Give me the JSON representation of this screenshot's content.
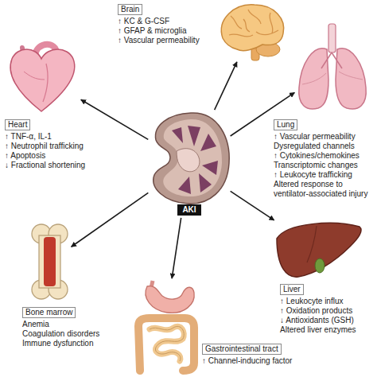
{
  "diagram": {
    "nodes": [
      {
        "text": [
          "AKI"
        ]
      },
      {
        "text": [
          "Brain",
          "↑ KC & G-CSF",
          "↑ GFAP & microglia",
          "↑ Vascular permeability"
        ]
      },
      {
        "text": [
          "Lung",
          "↑ Vascular permeability",
          "Dysregulated channels",
          "↑ Cytokines/chemokines",
          "Transcriptomic changes",
          "↑ Leukocyte trafficking",
          "Altered response to ventilator-associated injury"
        ]
      },
      {
        "text": [
          "Liver",
          "↑ Leukocyte influx",
          "↑ Oxidation products",
          "↓ Antioxidants (GSH)",
          "Altered liver enzymes"
        ]
      },
      {
        "text": [
          "Gastrointestinal tract",
          "↑ Channel-inducing factor"
        ]
      },
      {
        "text": [
          "Bone marrow",
          "Anemia",
          "Coagulation disorders",
          "Immune dysfunction"
        ]
      },
      {
        "text": [
          "Heart",
          "↑ TNF-α, IL-1",
          "↑ Neutrophil trafficking",
          "↑ Apoptosis",
          "↓ Fractional shortening"
        ]
      }
    ],
    "edges": [
      {
        "from": 0,
        "to": 1,
        "arrow": "to"
      },
      {
        "from": 0,
        "to": 2,
        "arrow": "to"
      },
      {
        "from": 0,
        "to": 3,
        "arrow": "to"
      },
      {
        "from": 0,
        "to": 4,
        "arrow": "to"
      },
      {
        "from": 0,
        "to": 5,
        "arrow": "to"
      },
      {
        "from": 0,
        "to": 6,
        "arrow": "to"
      }
    ]
  }
}
